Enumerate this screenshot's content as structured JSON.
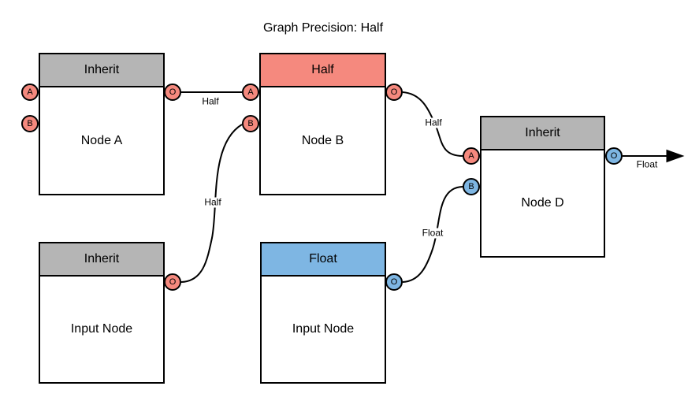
{
  "title": "Graph Precision: Half",
  "colors": {
    "header_gray": "#b5b5b5",
    "header_salmon": "#f5897e",
    "header_blue": "#7eb6e3",
    "port_salmon": "#f5897e",
    "port_blue": "#7eb6e3",
    "line": "#000000",
    "background": "#ffffff"
  },
  "nodes": {
    "node_a": {
      "header": "Inherit",
      "label": "Node A",
      "ports": {
        "in_a": "A",
        "in_b": "B",
        "out": "O"
      }
    },
    "node_b": {
      "header": "Half",
      "label": "Node B",
      "ports": {
        "in_a": "A",
        "in_b": "B",
        "out": "O"
      }
    },
    "node_d": {
      "header": "Inherit",
      "label": "Node D",
      "ports": {
        "in_a": "A",
        "in_b": "B",
        "out": "O"
      }
    },
    "input_left": {
      "header": "Inherit",
      "label": "Input Node",
      "ports": {
        "out": "O"
      }
    },
    "input_right": {
      "header": "Float",
      "label": "Input Node",
      "ports": {
        "out": "O"
      }
    }
  },
  "edges": {
    "a_to_b": {
      "label": "Half"
    },
    "inputleft_to_b": {
      "label": "Half"
    },
    "b_to_d": {
      "label": "Half"
    },
    "inputright_to_d": {
      "label": "Float"
    },
    "d_output": {
      "label": "Float"
    }
  }
}
